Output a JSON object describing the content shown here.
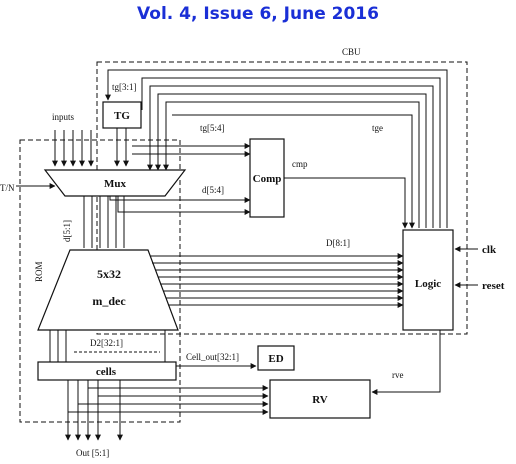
{
  "header": {
    "title": "Vol. 4, Issue 6, June 2016"
  },
  "diagram": {
    "cbu_label": "CBU",
    "rom_label": "ROM",
    "tg_bus_label": "tg[3:1]",
    "tg_block": "TG",
    "inputs_label": "inputs",
    "tg54_label": "tg[5:4]",
    "tge_label": "tge",
    "tn_label": "T/N",
    "mux_block": "Mux",
    "comp_block": "Comp",
    "cmp_label": "cmp",
    "d54_label": "d[5:4]",
    "d51_label": "d[5:1]",
    "d81_label": "D[8:1]",
    "dec_top": "5x32",
    "dec_bottom": "m_dec",
    "logic_block": "Logic",
    "clk_label": "clk",
    "reset_label": "reset",
    "d2_label": "D2[32:1]",
    "cells_block": "cells",
    "cellout_label": "Cell_out[32:1]",
    "ed_block": "ED",
    "rv_block": "RV",
    "rve_label": "rve",
    "out_label": "Out [5:1]"
  }
}
